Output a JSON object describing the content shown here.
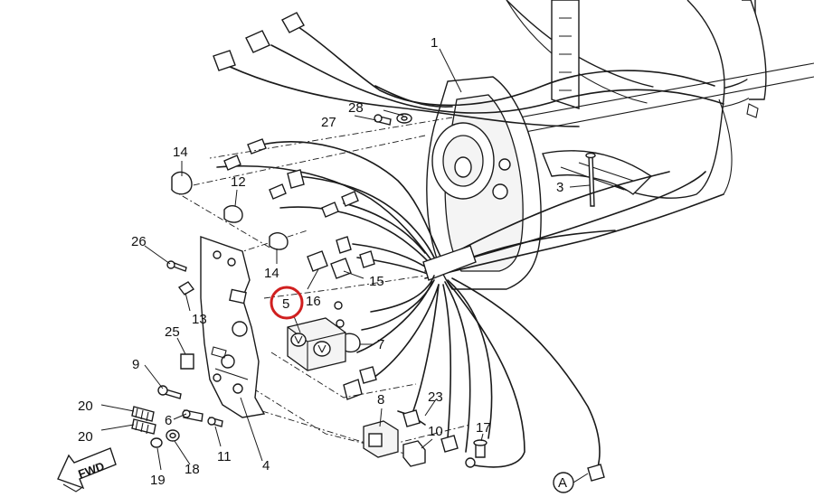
{
  "diagram": {
    "callouts": {
      "c1": "1",
      "c3": "3",
      "c4": "4",
      "c5": "5",
      "c6": "6",
      "c7": "7",
      "c8": "8",
      "c9": "9",
      "c10": "10",
      "c11": "11",
      "c12": "12",
      "c13": "13",
      "c14a": "14",
      "c14b": "14",
      "c15": "15",
      "c16": "16",
      "c17": "17",
      "c18": "18",
      "c19": "19",
      "c20a": "20",
      "c20b": "20",
      "c23": "23",
      "c25": "25",
      "c26": "26",
      "c27": "27",
      "c28": "28"
    },
    "highlighted_callout": "5",
    "highlight_color": "#d01f1f",
    "reference_marker": "A",
    "direction_arrow": "FWD"
  }
}
